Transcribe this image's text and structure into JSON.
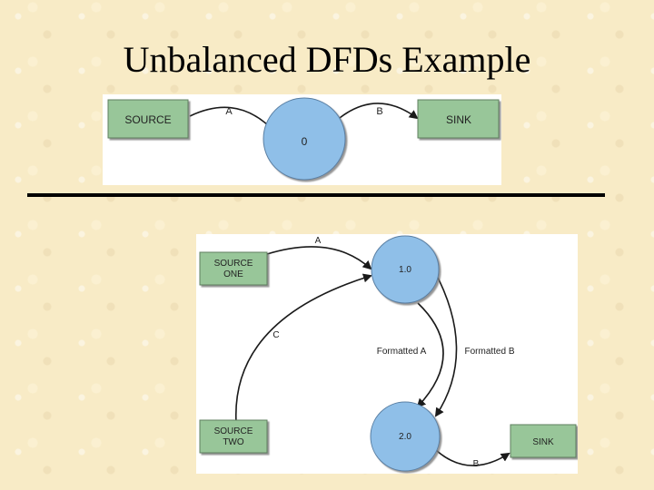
{
  "slide": {
    "title": "Unbalanced DFDs Example"
  },
  "top_diagram": {
    "source": "SOURCE",
    "process": "0",
    "sink": "SINK",
    "flow_a": "A",
    "flow_b": "B"
  },
  "bottom_diagram": {
    "source_one_line1": "SOURCE",
    "source_one_line2": "ONE",
    "source_two_line1": "SOURCE",
    "source_two_line2": "TWO",
    "process_1": "1.0",
    "process_2": "2.0",
    "sink": "SINK",
    "flow_a": "A",
    "flow_c": "C",
    "flow_formatted_a": "Formatted A",
    "flow_formatted_b": "Formatted B",
    "flow_b": "B"
  },
  "colors": {
    "entity_fill": "#98c699",
    "process_fill": "#8fbfe8",
    "line": "#1a1a1a"
  }
}
